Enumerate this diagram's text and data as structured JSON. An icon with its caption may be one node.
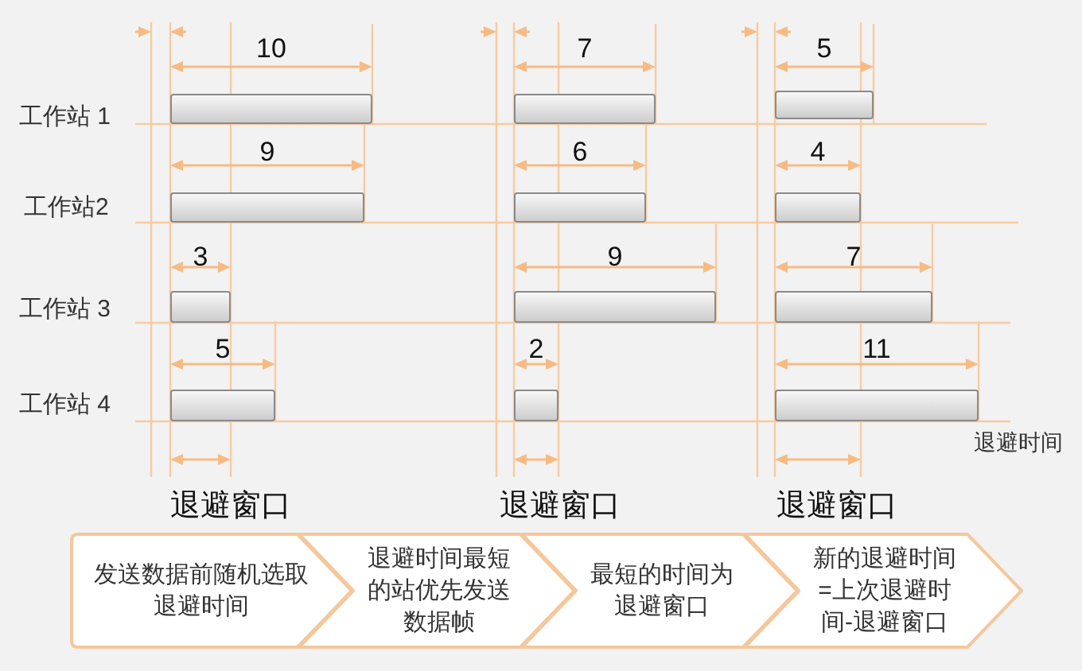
{
  "diagram": {
    "nodes": [
      {
        "text": [],
        "shape": "bar",
        "beside": [
          "10"
        ]
      },
      {
        "text": [],
        "shape": "bar",
        "beside": [
          "7"
        ]
      },
      {
        "text": [],
        "shape": "bar",
        "beside": [
          "5"
        ]
      },
      {
        "text": [],
        "shape": "bar",
        "beside": [
          "9"
        ]
      },
      {
        "text": [],
        "shape": "bar",
        "beside": [
          "6"
        ]
      },
      {
        "text": [],
        "shape": "bar",
        "beside": [
          "4"
        ]
      },
      {
        "text": [],
        "shape": "bar",
        "beside": [
          "3"
        ]
      },
      {
        "text": [],
        "shape": "bar",
        "beside": [
          "9"
        ]
      },
      {
        "text": [],
        "shape": "bar",
        "beside": [
          "7"
        ]
      },
      {
        "text": [],
        "shape": "bar",
        "beside": [
          "5"
        ]
      },
      {
        "text": [],
        "shape": "bar",
        "beside": [
          "2"
        ]
      },
      {
        "text": [],
        "shape": "bar",
        "beside": [
          "11"
        ]
      },
      {
        "text": [
          "发送数据前随机选取退避时间"
        ]
      },
      {
        "text": [
          "退避时间最短的站优先发送数据帧"
        ]
      },
      {
        "text": [
          "最短的时间为退避窗口"
        ]
      },
      {
        "text": [
          "新的退避时间=上次退避时间-退避窗口"
        ]
      }
    ],
    "labels": [
      "工作站 1",
      "工作站2",
      "工作站 3",
      "工作站 4",
      "退避时间",
      "退避窗口",
      "退避窗口",
      "退避窗口"
    ]
  }
}
